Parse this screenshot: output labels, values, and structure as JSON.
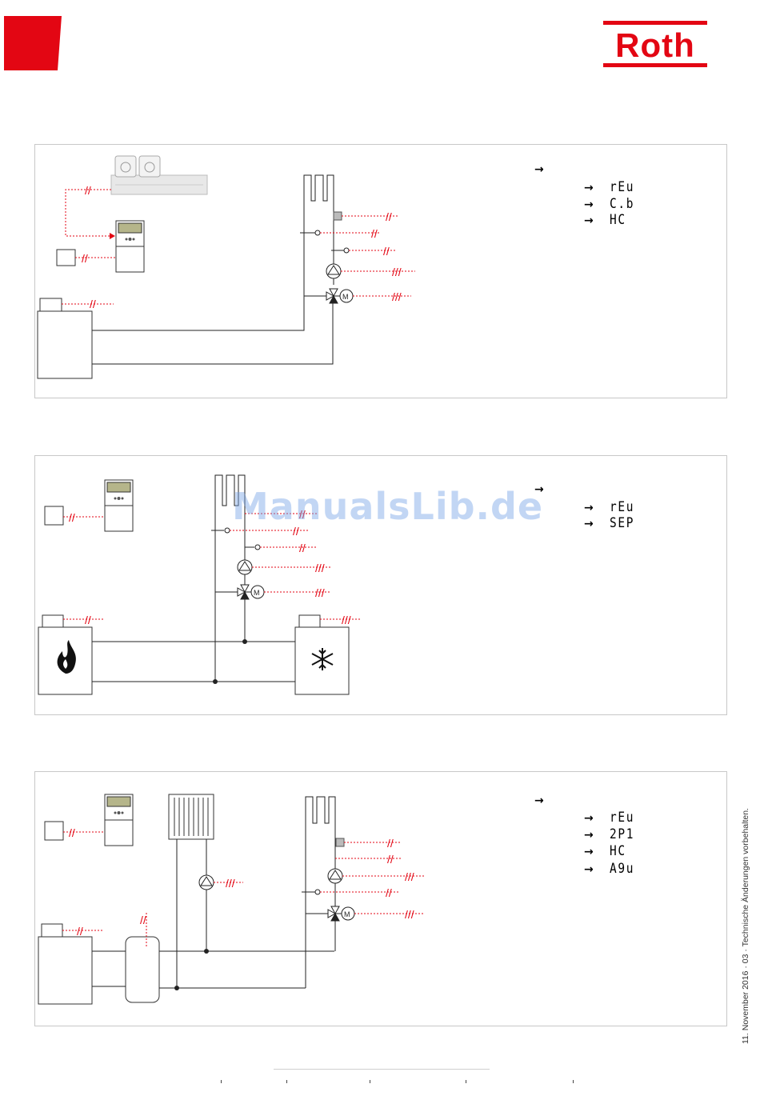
{
  "brand": {
    "logo_text": "Roth",
    "accent_color": "#e30613",
    "corner_tab_color": "#e30613"
  },
  "watermark": {
    "text": "ManualsLib.de"
  },
  "side_note": {
    "text": "11. November 2016 · 03 · Technische Änderungen vorbehalten."
  },
  "panels": [
    {
      "name": "diagram-1",
      "codes": [
        {
          "arrow": "→",
          "code": ""
        },
        {
          "arrow": "→",
          "code": "rEu"
        },
        {
          "arrow": "→",
          "code": "C.b"
        },
        {
          "arrow": "→",
          "code": "HC"
        }
      ]
    },
    {
      "name": "diagram-2",
      "codes": [
        {
          "arrow": "→",
          "code": ""
        },
        {
          "arrow": "→",
          "code": "rEu"
        },
        {
          "arrow": "→",
          "code": "SEP"
        }
      ]
    },
    {
      "name": "diagram-3",
      "codes": [
        {
          "arrow": "→",
          "code": ""
        },
        {
          "arrow": "→",
          "code": "rEu"
        },
        {
          "arrow": "→",
          "code": "2P1"
        },
        {
          "arrow": "→",
          "code": "HC"
        },
        {
          "arrow": "→",
          "code": "A9u"
        }
      ]
    }
  ],
  "icons": {
    "heat_source": "flame-icon",
    "cooling_source": "snowflake-icon",
    "pump": "pump-icon",
    "mixing_valve": "three-way-valve-icon",
    "actuator": "valve-actuator-icon",
    "controller": "controller-icon",
    "thermostat": "room-thermostat-icon"
  }
}
